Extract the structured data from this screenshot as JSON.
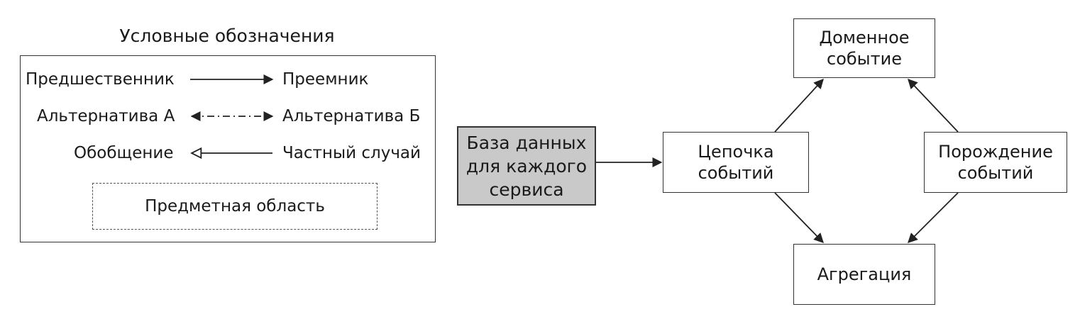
{
  "legend": {
    "title": "Условные обозначения",
    "predecessor": "Предшественник",
    "successor": "Преемник",
    "alt_a": "Альтернатива А",
    "alt_b": "Альтернатива Б",
    "generalization": "Обобщение",
    "special_case": "Частный случай",
    "domain_area": "Предметная область"
  },
  "nodes": {
    "database": "База данных\nдля каждого\nсервиса",
    "event_sourcing": "Цепочка\nсобытий",
    "domain_event": "Доменное\nсобытие",
    "aggregate": "Агрегация",
    "event_generation": "Порождение\nсобытий"
  },
  "colors": {
    "line": "#222222",
    "highlight_fill": "#c9c9c9"
  }
}
